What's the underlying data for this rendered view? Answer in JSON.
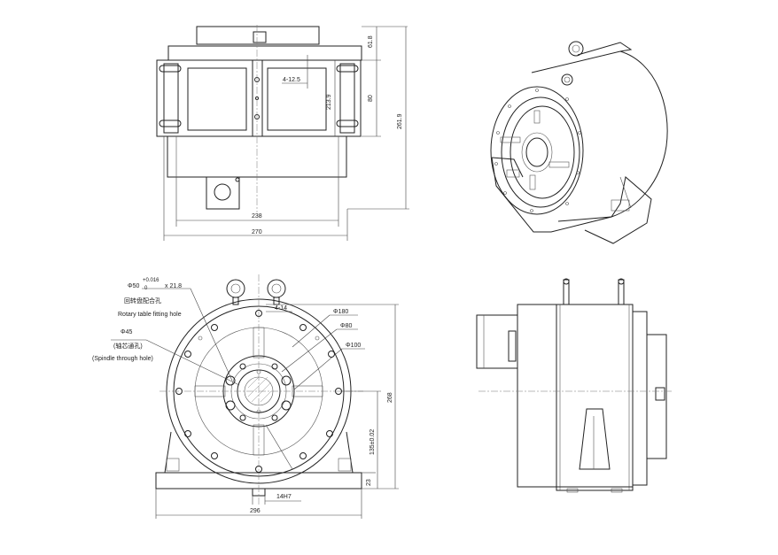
{
  "top_view": {
    "dim_61_8": "61.8",
    "dim_80": "80",
    "dim_213_9": "213.9",
    "dim_261_9": "261.9",
    "dim_4_12_5": "4-12.5",
    "dim_238": "238",
    "dim_270": "270"
  },
  "front_view": {
    "fit_prefix": "Φ50",
    "fit_tol_upper": "+0.016",
    "fit_tol_lower": "0",
    "fit_depth": "x 21.8",
    "fit_label_cn": "回转盘配合孔",
    "fit_label_en": "Rotary table fitting hole",
    "spindle_dia": "Φ45",
    "spindle_label_cn": "(轴芯通孔)",
    "spindle_label_en": "(Spindle through hole)",
    "dim_4_x": "4-14",
    "dim_180": "Φ180",
    "dim_80": "Φ80",
    "dim_100": "Φ100",
    "dim_268": "268",
    "dim_135": "135±0.02",
    "dim_23": "23",
    "dim_14h7": "14H7",
    "dim_296": "296"
  }
}
